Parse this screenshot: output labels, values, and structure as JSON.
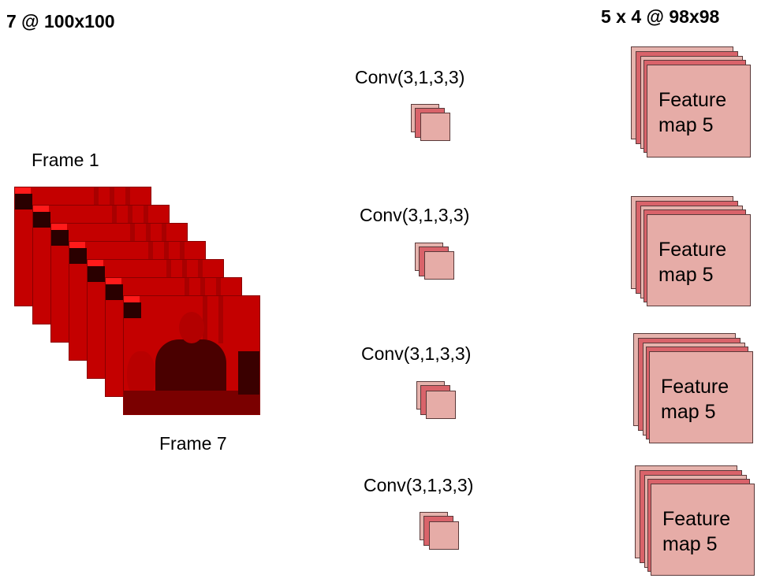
{
  "input": {
    "title": "7 @ 100x100",
    "first_frame_label": "Frame 1",
    "last_frame_label": "Frame 7"
  },
  "conv": {
    "labels": [
      "Conv(3,1,3,3)",
      "Conv(3,1,3,3)",
      "Conv(3,1,3,3)",
      "Conv(3,1,3,3)"
    ]
  },
  "output": {
    "title": "5 x 4 @ 98x98",
    "maps": [
      {
        "line1": "Feature",
        "line2": "map 5"
      },
      {
        "line1": "Feature",
        "line2": "map 5"
      },
      {
        "line1": "Feature",
        "line2": "map 5"
      },
      {
        "line1": "Feature",
        "line2": "map 5"
      }
    ]
  },
  "colors": {
    "frame_red": "#c40000",
    "kernel_light": "#e6b3ad",
    "kernel_mid": "#d9636a",
    "kernel_front": "#e6aca7",
    "map_front": "#e6aca7"
  }
}
